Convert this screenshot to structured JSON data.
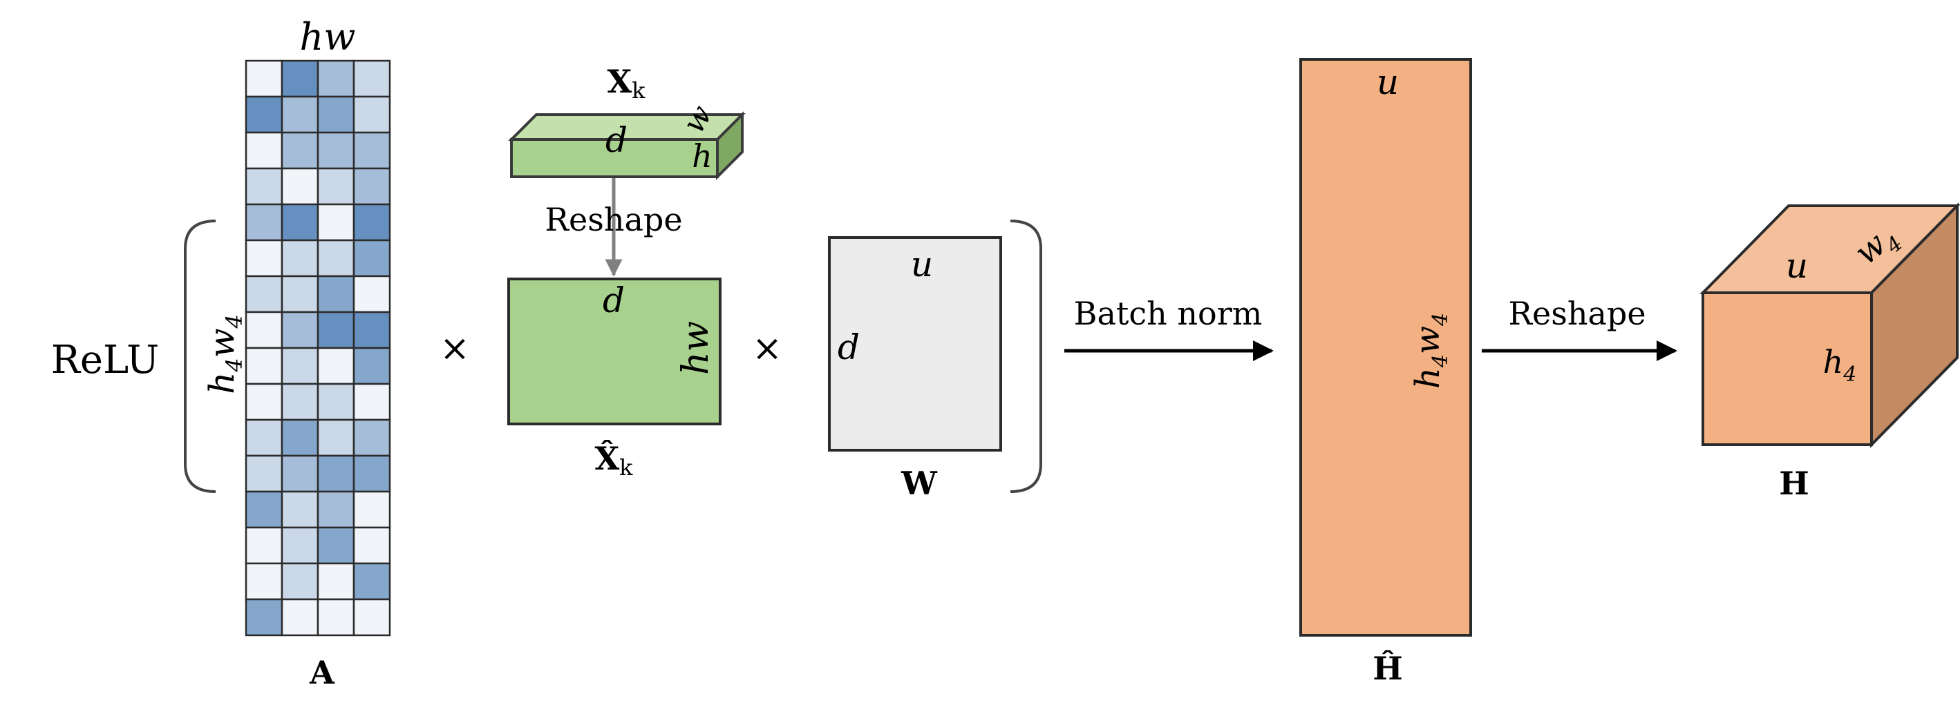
{
  "colors": {
    "matrix_a_levels": [
      "#f1f4f9",
      "#cbd8e8",
      "#a6bdd9",
      "#85a7cc",
      "#6690bf"
    ],
    "green_front": "#a8d18d",
    "green_top": "#c3e0ad",
    "green_side": "#7fa862",
    "gray_matrix": "#ececec",
    "orange_front": "#f2b083",
    "orange_top": "#f4c09b",
    "orange_side": "#c48a62",
    "arrow_gray": "#808080",
    "bracket": "#444444"
  },
  "matrix_a": {
    "name": "A",
    "col_label": "hw",
    "row_label": "h4w4",
    "levels": [
      [
        0,
        4,
        2,
        1
      ],
      [
        4,
        2,
        3,
        1
      ],
      [
        0,
        2,
        2,
        2
      ],
      [
        1,
        0,
        1,
        2
      ],
      [
        2,
        4,
        0,
        4
      ],
      [
        0,
        1,
        1,
        3
      ],
      [
        1,
        1,
        3,
        0
      ],
      [
        0,
        2,
        4,
        4
      ],
      [
        0,
        1,
        0,
        3
      ],
      [
        0,
        1,
        1,
        0
      ],
      [
        1,
        3,
        1,
        2
      ],
      [
        1,
        2,
        3,
        3
      ],
      [
        3,
        1,
        2,
        0
      ],
      [
        0,
        1,
        3,
        0
      ],
      [
        0,
        1,
        0,
        3
      ],
      [
        3,
        0,
        0,
        0
      ]
    ]
  },
  "relu_label": "ReLU",
  "times_symbol": "×",
  "xk_block": {
    "name": "X",
    "sub": "k",
    "d": "d",
    "h": "h",
    "w": "w"
  },
  "reshape_down_label": "Reshape",
  "xk_hat": {
    "name": "X̂",
    "sub": "k",
    "d": "d",
    "hw": "hw"
  },
  "w_matrix": {
    "name": "W",
    "u": "u",
    "d": "d"
  },
  "batch_norm_label": "Batch norm",
  "h_hat": {
    "name": "Ĥ",
    "u": "u",
    "h4w4": "h4w4"
  },
  "reshape_right_label": "Reshape",
  "h_cube": {
    "name": "H",
    "u": "u",
    "w4": "w4",
    "h4": "h4"
  }
}
